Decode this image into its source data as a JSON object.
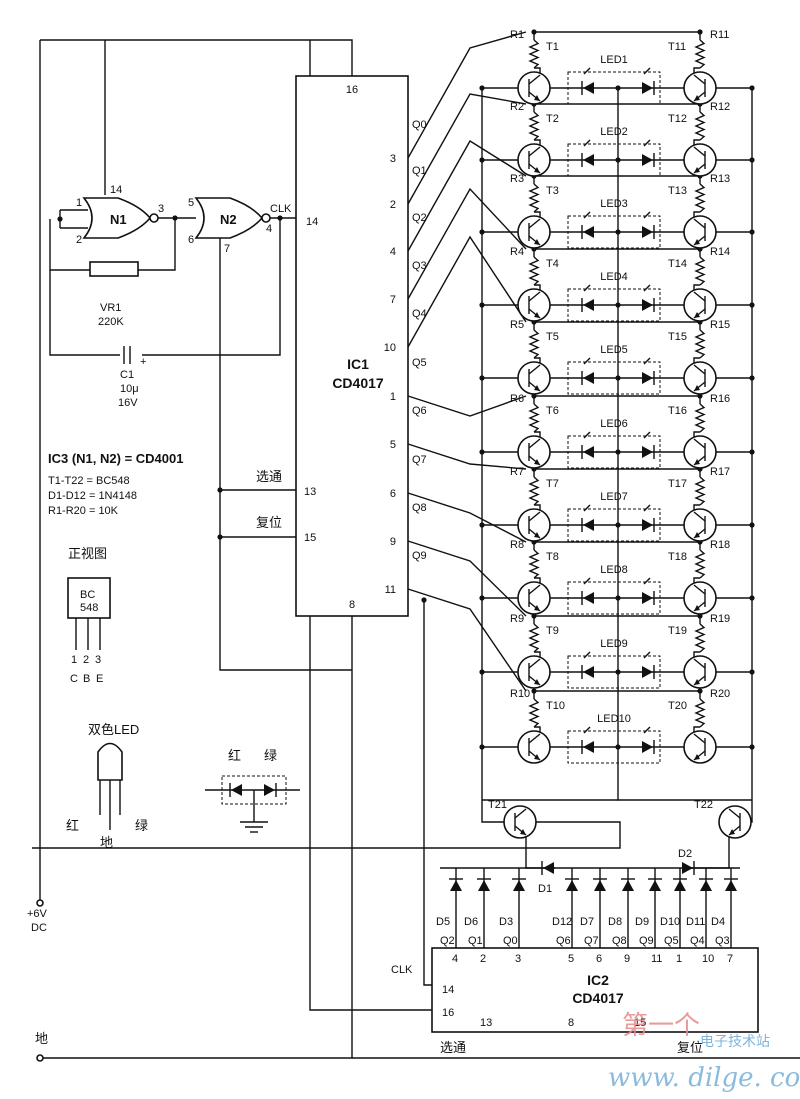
{
  "ic1": {
    "name": "IC1",
    "part": "CD4017",
    "pins": {
      "vdd": "16",
      "clk": "14",
      "strobe": "13",
      "reset": "15",
      "gnd": "8"
    },
    "outputs": [
      {
        "q": "Q0",
        "pin": "3"
      },
      {
        "q": "Q1",
        "pin": "2"
      },
      {
        "q": "Q2",
        "pin": "4"
      },
      {
        "q": "Q3",
        "pin": "7"
      },
      {
        "q": "Q4",
        "pin": "10"
      },
      {
        "q": "Q5",
        "pin": "1"
      },
      {
        "q": "Q6",
        "pin": "5"
      },
      {
        "q": "Q7",
        "pin": "6"
      },
      {
        "q": "Q8",
        "pin": "9"
      },
      {
        "q": "Q9",
        "pin": "11"
      }
    ]
  },
  "ic2": {
    "name": "IC2",
    "part": "CD4017",
    "pins": {
      "clk": "14",
      "vdd": "16",
      "strobe": "13",
      "gnd": "8",
      "reset": "15"
    },
    "clk_label": "CLK",
    "outputs": [
      {
        "q": "Q2",
        "pin": "4",
        "diode": "D5"
      },
      {
        "q": "Q1",
        "pin": "2",
        "diode": "D6"
      },
      {
        "q": "Q0",
        "pin": "3",
        "diode": "D3"
      },
      {
        "q": "Q6",
        "pin": "5",
        "diode": "D12"
      },
      {
        "q": "Q7",
        "pin": "6",
        "diode": "D7"
      },
      {
        "q": "Q8",
        "pin": "9",
        "diode": "D8"
      },
      {
        "q": "Q9",
        "pin": "11",
        "diode": "D9"
      },
      {
        "q": "Q5",
        "pin": "1",
        "diode": "D10"
      },
      {
        "q": "Q4",
        "pin": "10",
        "diode": "D11"
      },
      {
        "q": "Q3",
        "pin": "7",
        "diode": "D4"
      }
    ]
  },
  "gates": {
    "n1": {
      "name": "N1",
      "pin_a": "1",
      "pin_b": "2",
      "pin_out": "3",
      "pin_vdd": "14"
    },
    "n2": {
      "name": "N2",
      "pin_a": "5",
      "pin_b": "6",
      "pin_out": "4",
      "pin_gnd": "7",
      "clk": "CLK"
    }
  },
  "vr1": {
    "name": "VR1",
    "value": "220K"
  },
  "c1": {
    "name": "C1",
    "value": "10μ",
    "voltage": "16V",
    "plus": "+"
  },
  "notes": {
    "ic3": "IC3 (N1, N2) = CD4001",
    "t": "T1-T22 = BC548",
    "d": "D1-D12 = 1N4148",
    "r": "R1-R20 = 10K"
  },
  "labels": {
    "strobe": "选通",
    "reset": "复位",
    "strobe2": "选通",
    "reset2": "复位"
  },
  "front_view": {
    "title": "正视图",
    "part_line1": "BC",
    "part_line2": "548",
    "pins": [
      "1",
      "2",
      "3"
    ],
    "pin_names": [
      "C",
      "B",
      "E"
    ]
  },
  "bicolor_led": {
    "title": "双色LED",
    "red": "红",
    "ground": "地",
    "green": "绿",
    "sym_red": "红",
    "sym_green": "绿"
  },
  "power": {
    "vplus": "+6V",
    "dc": "DC",
    "ground": "地"
  },
  "rows": [
    {
      "r_left": "R1",
      "t_left": "T1",
      "led": "LED1",
      "t_right": "T11",
      "r_right": "R11"
    },
    {
      "r_left": "R2",
      "t_left": "T2",
      "led": "LED2",
      "t_right": "T12",
      "r_right": "R12"
    },
    {
      "r_left": "R3",
      "t_left": "T3",
      "led": "LED3",
      "t_right": "T13",
      "r_right": "R13"
    },
    {
      "r_left": "R4",
      "t_left": "T4",
      "led": "LED4",
      "t_right": "T14",
      "r_right": "R14"
    },
    {
      "r_left": "R5",
      "t_left": "T5",
      "led": "LED5",
      "t_right": "T15",
      "r_right": "R15"
    },
    {
      "r_left": "R6",
      "t_left": "T6",
      "led": "LED6",
      "t_right": "T16",
      "r_right": "R16"
    },
    {
      "r_left": "R7",
      "t_left": "T7",
      "led": "LED7",
      "t_right": "T17",
      "r_right": "R17"
    },
    {
      "r_left": "R8",
      "t_left": "T8",
      "led": "LED8",
      "t_right": "T18",
      "r_right": "R18"
    },
    {
      "r_left": "R9",
      "t_left": "T9",
      "led": "LED9",
      "t_right": "T19",
      "r_right": "R19"
    },
    {
      "r_left": "R10",
      "t_left": "T10",
      "led": "LED10",
      "t_right": "T20",
      "r_right": "R20"
    }
  ],
  "bottom_transistors": {
    "left": "T21",
    "right": "T22"
  },
  "diodes_top": {
    "d1": "D1",
    "d2": "D2"
  },
  "watermark": {
    "line1": "第一个",
    "line2": "电子技术站",
    "url": "www. dilge. com"
  }
}
